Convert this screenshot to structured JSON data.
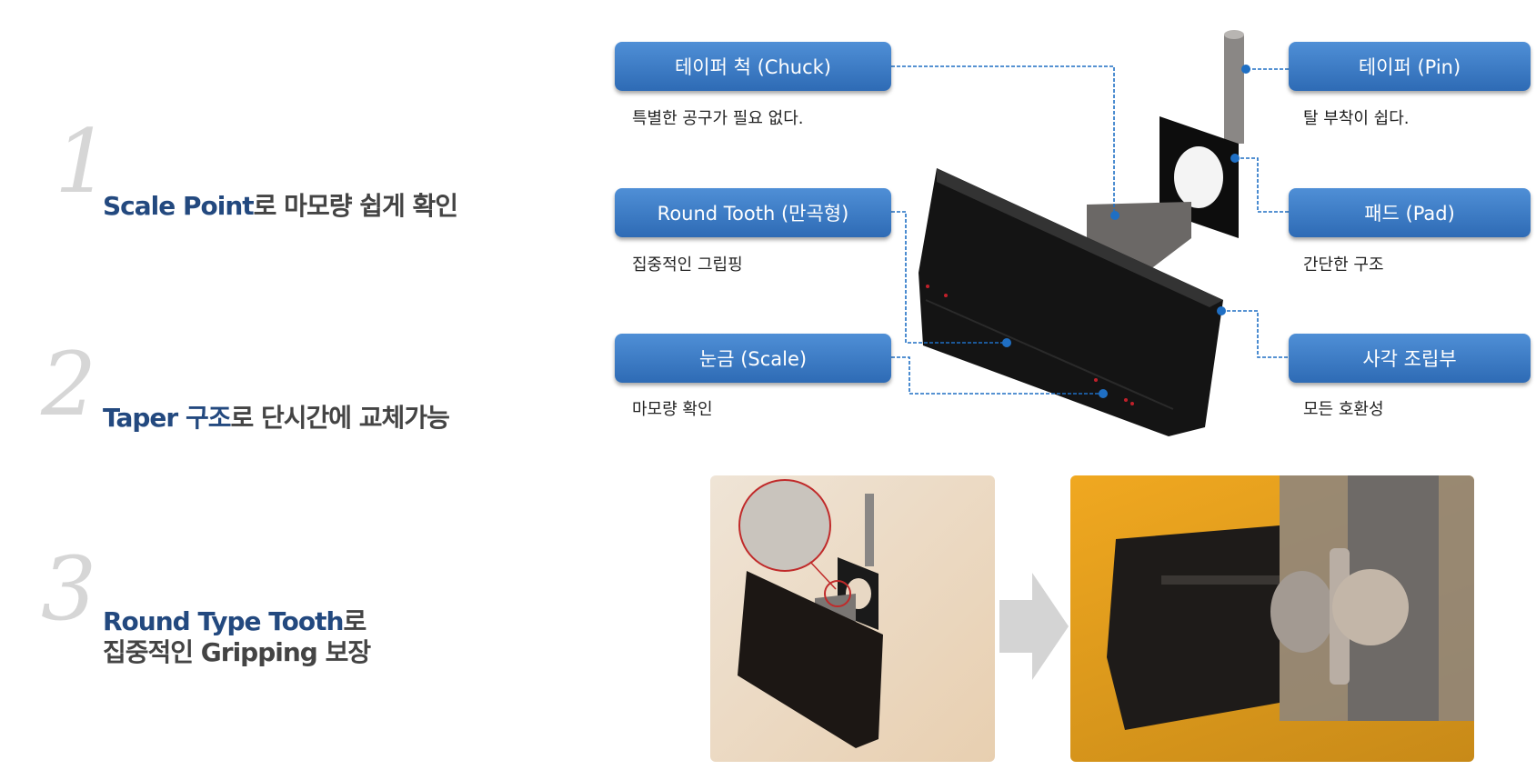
{
  "features": [
    {
      "number": "1",
      "highlight": "Scale Point",
      "rest": "로 마모량 쉽게 확인"
    },
    {
      "number": "2",
      "highlight": "Taper 구조",
      "rest": "로 단시간에 교체가능"
    },
    {
      "number": "3",
      "highlight": "Round Type Tooth",
      "rest": "로",
      "line2": "집중적인 Gripping 보장"
    }
  ],
  "callouts": {
    "chuck": {
      "label": "테이퍼 척 (Chuck)",
      "desc": "특별한 공구가 필요 없다."
    },
    "round_tooth": {
      "label": "Round Tooth (만곡형)",
      "desc": "집중적인 그립핑"
    },
    "scale": {
      "label": "눈금 (Scale)",
      "desc": "마모량 확인"
    },
    "pin": {
      "label": "테이퍼 (Pin)",
      "desc": "탈 부착이 쉽다."
    },
    "pad": {
      "label": "패드 (Pad)",
      "desc": "간단한 구조"
    },
    "square": {
      "label": "사각 조립부",
      "desc": "모든 호환성"
    }
  },
  "colors": {
    "accent": "#2e6bb5",
    "highlight_text": "#23497f",
    "connector": "#1f6fc4"
  }
}
